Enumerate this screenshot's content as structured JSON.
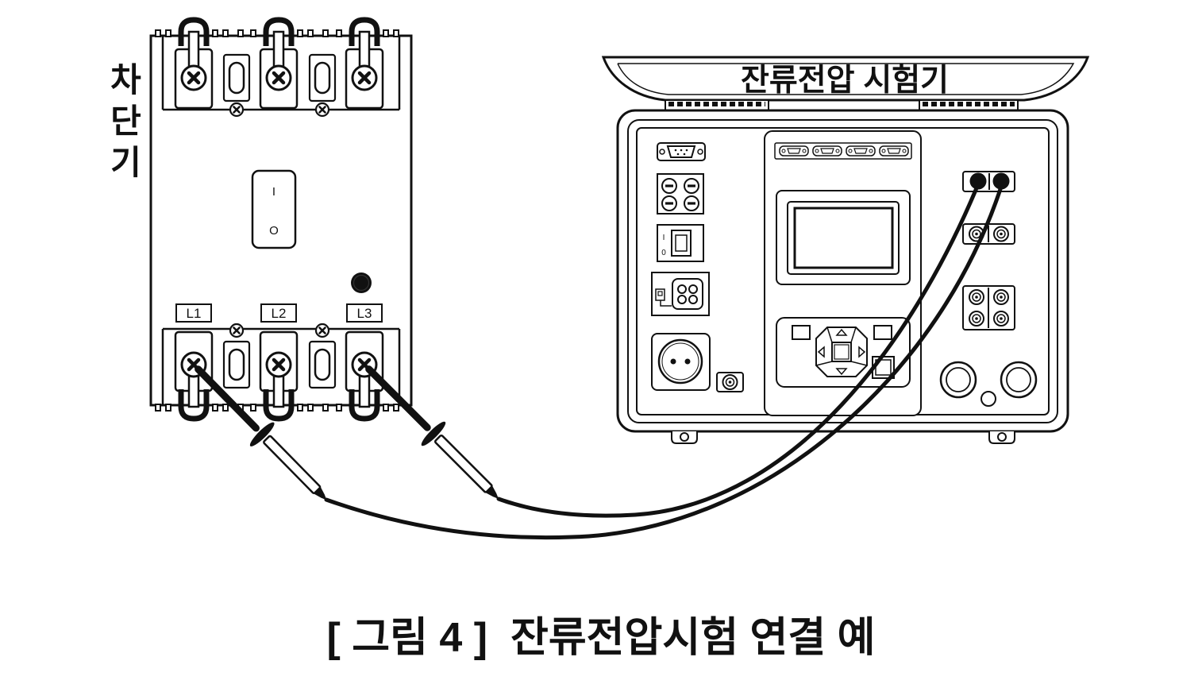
{
  "breaker": {
    "label": "차단기",
    "switch_on": "I",
    "switch_off": "O",
    "terminal_labels": [
      "L1",
      "L2",
      "L3"
    ]
  },
  "tester": {
    "title": "잔류전압 시험기",
    "power_switch_on": "I",
    "power_switch_off": "0"
  },
  "caption": "[ 그림 4 ]  잔류전압시험 연결 예",
  "colors": {
    "line": "#111111",
    "background": "#ffffff"
  }
}
